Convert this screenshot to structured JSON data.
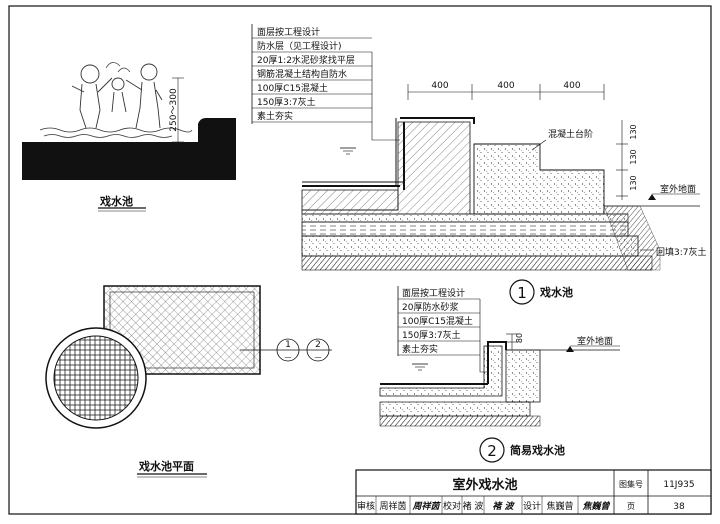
{
  "sheet": {
    "fountain_label": "戏水池",
    "plan_title": "戏水池平面",
    "section_marks": [
      "1",
      "2"
    ]
  },
  "detail_1": {
    "number": "1",
    "title": "戏水池",
    "layers": [
      "面层按工程设计",
      "防水层（见工程设计)",
      "20厚1:2水泥砂浆找平层",
      "钢筋混凝土结构自防水",
      "100厚C15混凝土",
      "150厚3:7灰土",
      "素土夯实"
    ],
    "dims_top": [
      "400",
      "400",
      "400"
    ],
    "dims_right": [
      "130",
      "130",
      "130"
    ],
    "dim_fountain": "250～300",
    "label_step": "混凝土台阶",
    "label_ground": "室外地面",
    "label_backfill": "回填3:7灰土"
  },
  "detail_2": {
    "number": "2",
    "title": "简易戏水池",
    "layers": [
      "面层按工程设计",
      "20厚防水砂浆",
      "100厚C15混凝土",
      "150厚3:7灰土",
      "素土夯实"
    ],
    "dim_80": "80",
    "label_ground": "室外地面"
  },
  "title_block": {
    "title": "室外戏水池",
    "atlas_label": "图集号",
    "atlas_no": "11J935",
    "page_label": "页",
    "page_no": "38",
    "row": [
      "审核",
      "周祥茵",
      "周祥茵",
      "校对",
      "褚 波",
      "褚 波",
      "设计",
      "焦巍曾",
      "焦巍曾"
    ]
  }
}
